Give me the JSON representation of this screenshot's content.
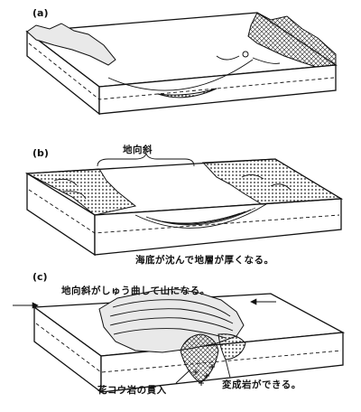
{
  "panels": [
    {
      "id": "a",
      "label": "(a)"
    },
    {
      "id": "b",
      "label": "(b)",
      "annotation_top": "地向斜",
      "caption": "海底が沈んで地層が厚くなる。"
    },
    {
      "id": "c",
      "label": "(c)",
      "caption_top": "地向斜がしゅう曲して山になる。",
      "label_left": "花コウ岩の貫入",
      "label_right": "変成岩ができる。"
    }
  ]
}
